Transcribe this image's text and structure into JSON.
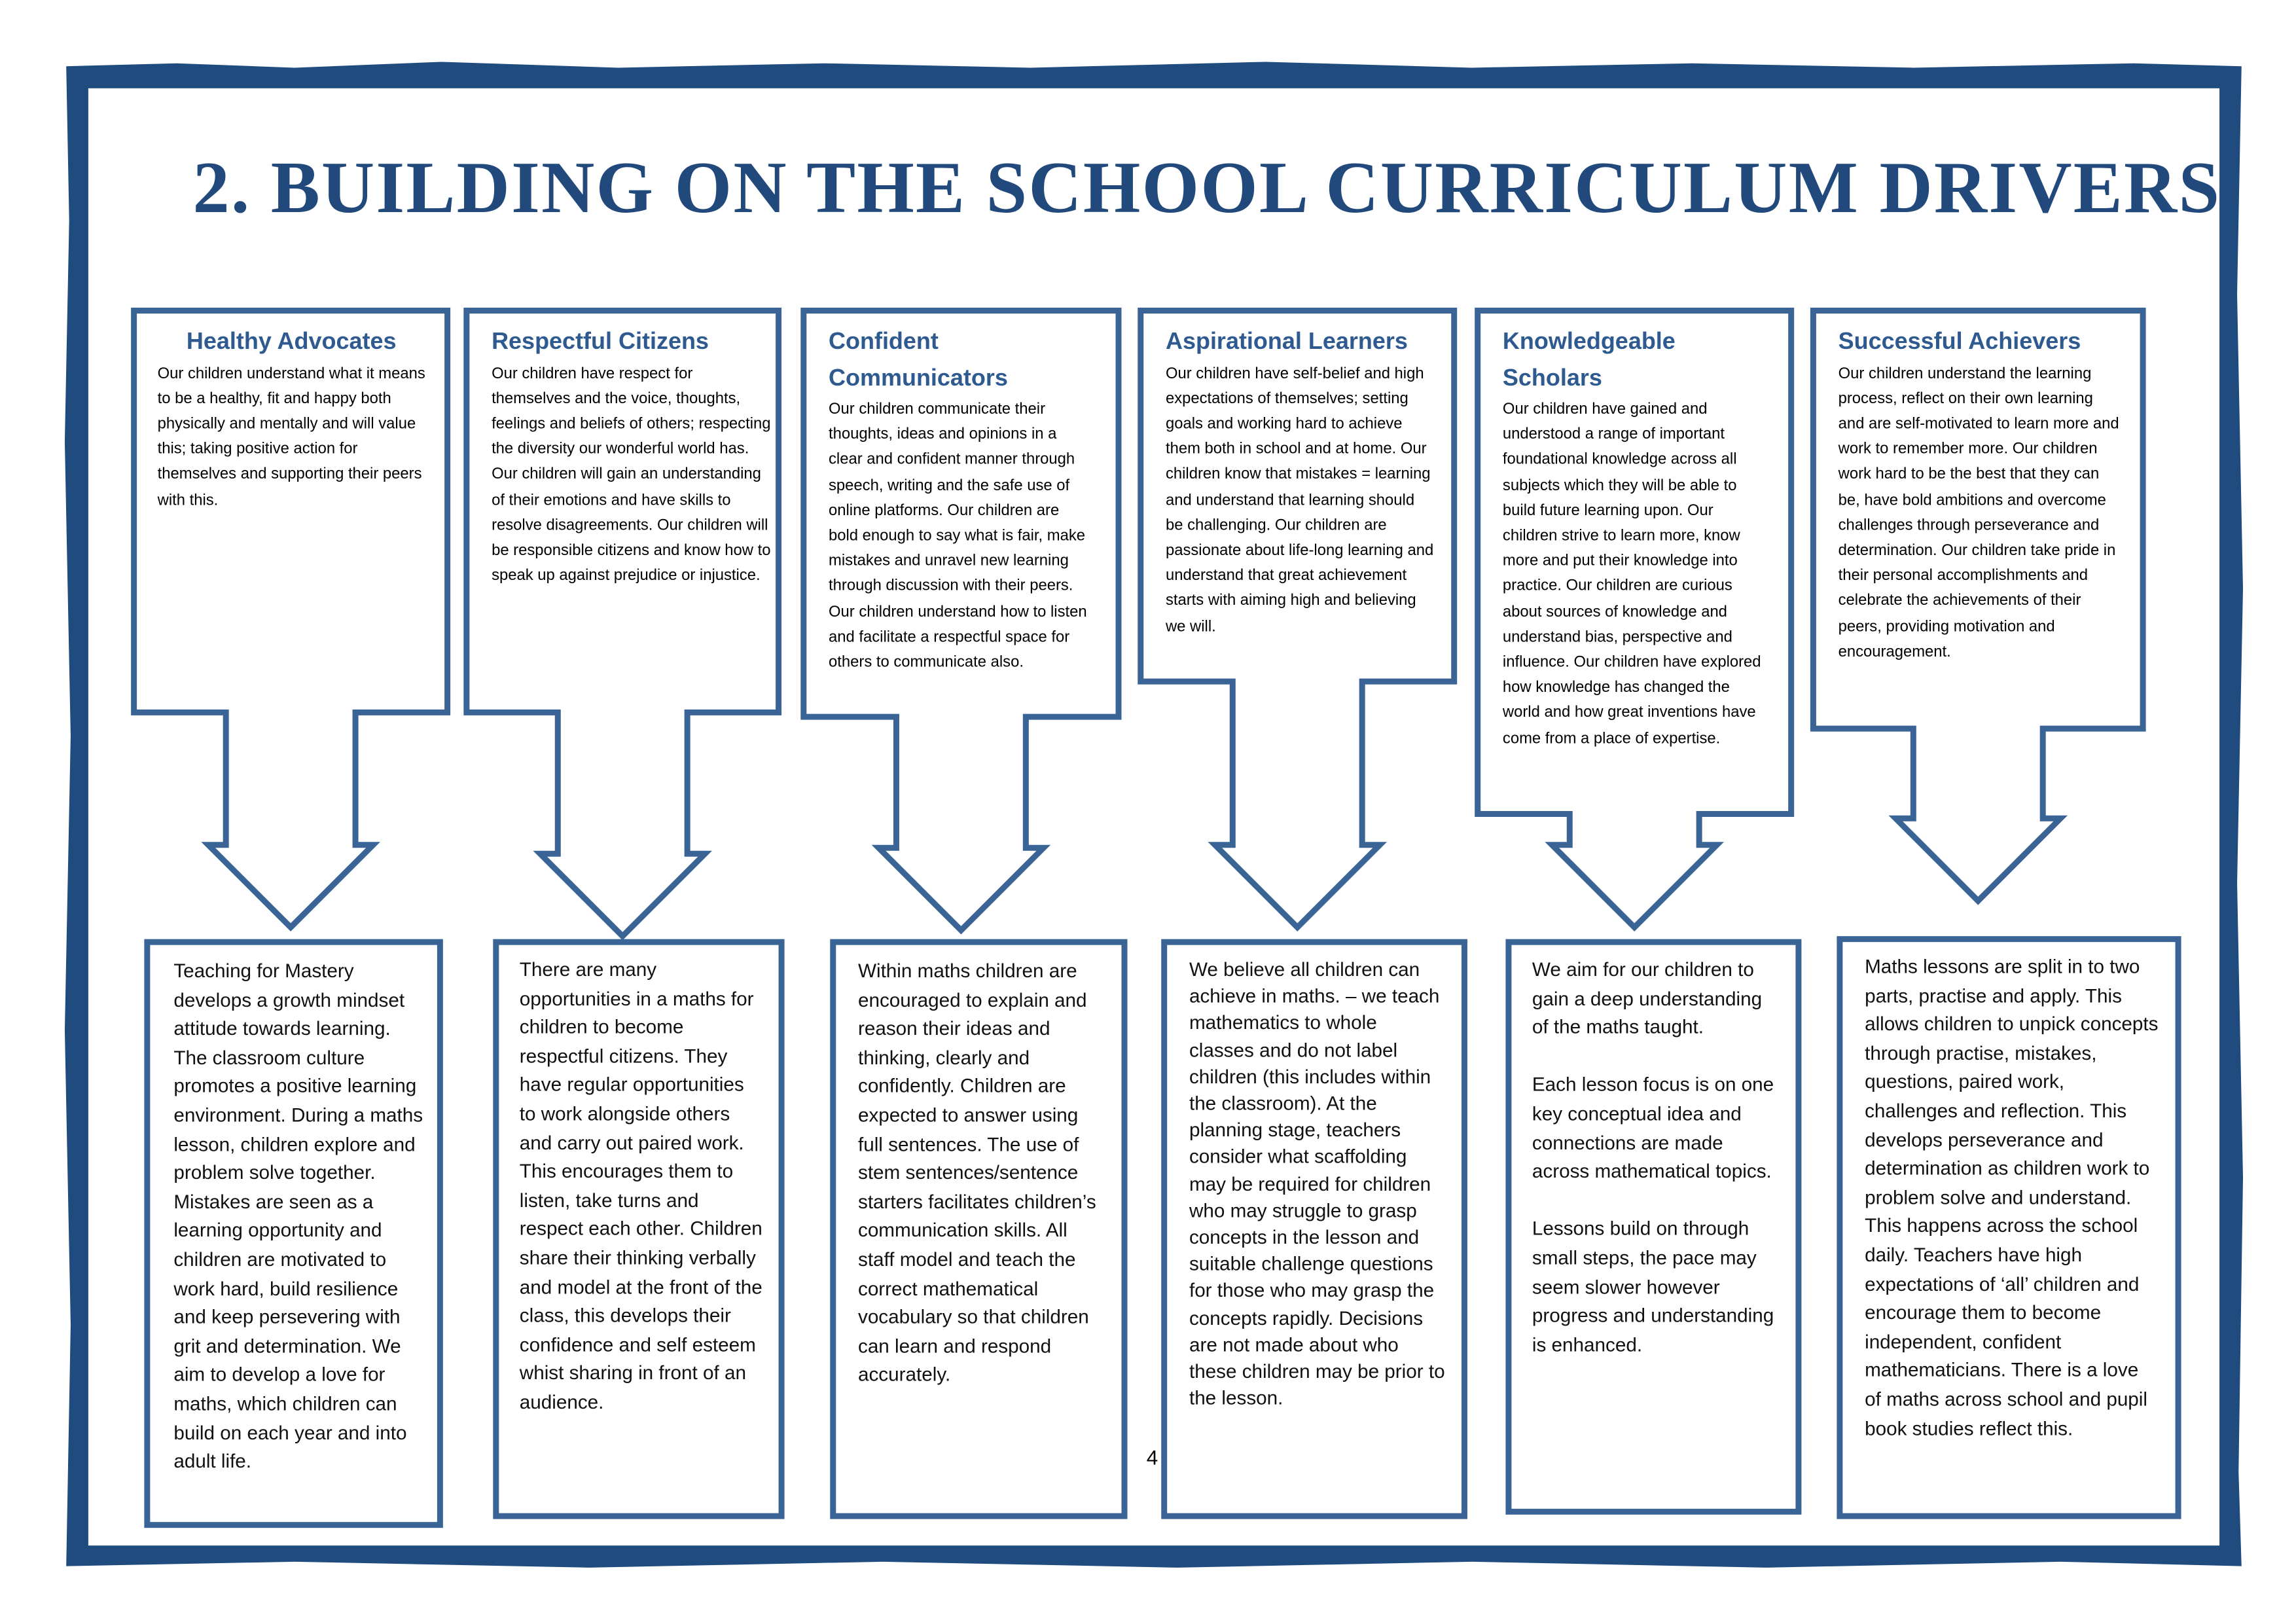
{
  "title": "2. BUILDING ON THE SCHOOL CURRICULUM DRIVERS",
  "page_number": "4",
  "colors": {
    "frame": "#1f4b7f",
    "box": "#3a6496",
    "heading": "#2e5a90"
  },
  "drivers": [
    {
      "title": "Healthy Advocates",
      "text": "Our children understand what it means to be a healthy, fit and happy both physically and mentally and will value this; taking positive action for themselves and supporting their peers with this.",
      "maths": [
        "Teaching for Mastery develops a growth mindset attitude towards learning. The classroom culture promotes a positive learning environment. During a maths lesson, children explore and problem solve together. Mistakes are seen as a learning opportunity and children are motivated to work hard, build resilience and keep persevering with grit and determination. We aim to develop a love for maths, which children can build on each year and into adult life."
      ]
    },
    {
      "title": "Respectful Citizens",
      "text": "Our children have respect for themselves and the voice, thoughts, feelings and beliefs of others; respecting the diversity our wonderful world has. Our children will gain an understanding of their emotions and have skills to resolve disagreements. Our children will be responsible citizens and know how to speak up against prejudice or injustice.",
      "maths": [
        "There are many opportunities in a maths for children to become respectful citizens. They have regular opportunities to work alongside others and carry out paired work. This encourages them to listen, take turns and respect each other. Children share their thinking verbally and model at the front of the class, this develops their confidence and self esteem whist sharing in front of an audience."
      ]
    },
    {
      "title": "Confident Communicators",
      "text": "Our children communicate their thoughts, ideas and opinions in a clear and confident manner through speech, writing and the safe use of online platforms. Our children are bold enough to say what is fair, make mistakes and unravel new learning through discussion with their peers. Our children understand how to listen and facilitate a respectful space for others to communicate also.",
      "maths": [
        "Within maths children are encouraged to explain and reason their ideas and thinking, clearly and confidently. Children are expected to answer using full sentences. The use of stem sentences/sentence starters facilitates children’s communication skills. All staff model and teach the correct mathematical vocabulary so that children can learn and respond accurately."
      ]
    },
    {
      "title": "Aspirational Learners",
      "text": "Our children have self-belief and high expectations of themselves; setting goals and working hard to achieve them both in school and at home. Our children know that mistakes = learning and understand that learning should be challenging. Our children are passionate about life-long learning and understand that great achievement starts with aiming high and believing we will.",
      "maths": [
        "We believe all children can achieve in maths. – we teach mathematics to whole classes and do not label children (this includes within the classroom). At the planning stage, teachers consider what scaffolding may be required for children who may struggle to grasp concepts in the lesson and suitable challenge questions for those who may grasp the concepts rapidly. Decisions are not made about who these children may be prior to the lesson."
      ]
    },
    {
      "title": "Knowledgeable Scholars",
      "text": "Our children have gained and understood a range of important foundational knowledge across all subjects which they will be able to build future learning upon. Our children strive to learn more, know more and put their knowledge into practice. Our children are curious about sources of knowledge and understand bias, perspective and influence. Our children have explored how knowledge has changed the world and how great inventions have come from a place of expertise.",
      "maths": [
        "We aim for our children to gain a deep understanding of the maths taught.",
        "Each lesson focus is on one key conceptual idea and connections are made across mathematical topics.",
        "Lessons build on through small steps, the pace may seem slower however progress and understanding is enhanced."
      ]
    },
    {
      "title": "Successful Achievers",
      "text": "Our children understand the learning process, reflect on their own learning and are self-motivated to learn more and work to remember more. Our children work hard to be the best that they can be, have bold ambitions and overcome challenges through perseverance and determination. Our children take pride in their personal accomplishments and celebrate the achievements of their peers, providing motivation and encouragement.",
      "maths": [
        "Maths lessons are split in to two parts, practise and apply. This allows children to unpick concepts through practise, mistakes, questions, paired work, challenges and reflection. This develops perseverance and determination as children work to problem solve and understand. This happens across the school daily. Teachers have high expectations of ‘all’ children and encourage them to become independent, confident mathematicians. There is a love of maths across school and pupil book studies reflect this."
      ]
    }
  ]
}
